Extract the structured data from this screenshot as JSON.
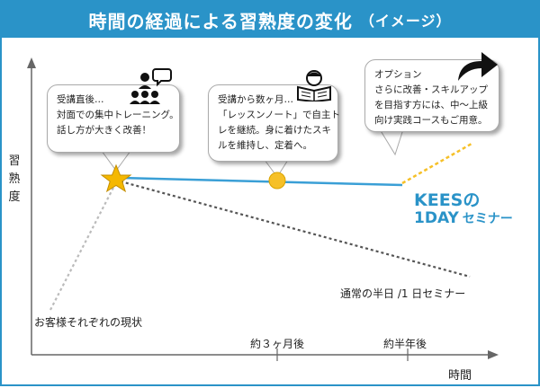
{
  "title": "時間の経過による習熟度の変化",
  "title_note": "（イメージ）",
  "y_axis_label": "習熟度",
  "x_axis_label": "時間",
  "x_ticks": [
    "約３ヶ月後",
    "約半年後"
  ],
  "origin_label": "お客様それぞれの現状",
  "normal_seminar_label": "通常の半日 /1 日セミナー",
  "kees": {
    "line1": "KEESの",
    "line2": "1DAY",
    "line2_suffix": "セミナー"
  },
  "callouts": {
    "start": [
      "受講直後…",
      "対面での集中トレーニング。",
      "話し方が大きく改善！"
    ],
    "mid": [
      "受講から数ヶ月…",
      "「レッスンノート」で自主ト",
      "レを継続。身に着けたスキ",
      "ルを維持し、定着へ。"
    ],
    "option": [
      "オプション",
      "さらに改善・スキルアップ",
      "を目指す方には、中〜上級",
      "向け実践コースもご用意。"
    ]
  },
  "icons": {
    "start": "group-training-icon",
    "mid": "person-reading-icon",
    "option": "up-arrow-icon"
  },
  "colors": {
    "accent": "#2a93c8",
    "kees_line": "#3a9fd6",
    "star": "#f5b800",
    "milestone": "#f6c028",
    "option_line": "#f6c028",
    "normal_line": "#555555",
    "current_line": "#bbbbbb"
  }
}
